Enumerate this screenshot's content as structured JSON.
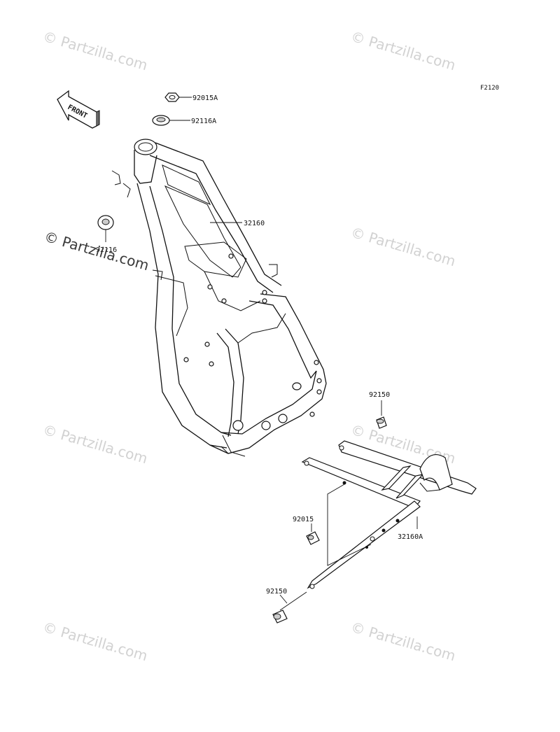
{
  "figure": {
    "code": "F2120",
    "front_label": "FRONT"
  },
  "watermark": {
    "text": "© Partzilla.com"
  },
  "parts": [
    {
      "id": "p1",
      "number": "92015A"
    },
    {
      "id": "p2",
      "number": "92116A"
    },
    {
      "id": "p3",
      "number": "32160"
    },
    {
      "id": "p4",
      "number": "92116"
    },
    {
      "id": "p5",
      "number": "92150"
    },
    {
      "id": "p6",
      "number": "92015"
    },
    {
      "id": "p7",
      "number": "32160A"
    },
    {
      "id": "p8",
      "number": "92150"
    }
  ]
}
